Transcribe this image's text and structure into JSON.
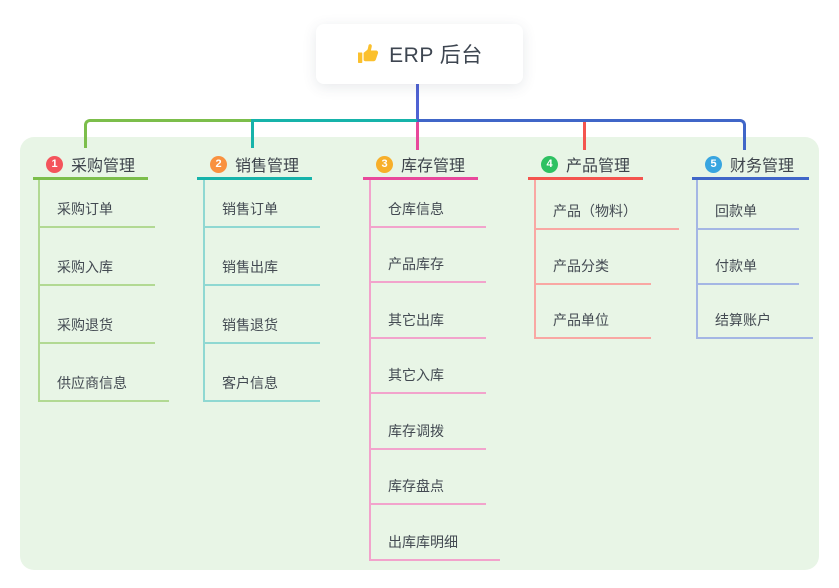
{
  "root": {
    "label": "ERP 后台",
    "icon": "thumbs-up"
  },
  "branches": [
    {
      "num": "1",
      "title": "采购管理",
      "children": [
        "采购订单",
        "采购入库",
        "采购退货",
        "供应商信息"
      ]
    },
    {
      "num": "2",
      "title": "销售管理",
      "children": [
        "销售订单",
        "销售出库",
        "销售退货",
        "客户信息"
      ]
    },
    {
      "num": "3",
      "title": "库存管理",
      "children": [
        "仓库信息",
        "产品库存",
        "其它出库",
        "其它入库",
        "库存调拨",
        "库存盘点",
        "出库库明细"
      ]
    },
    {
      "num": "4",
      "title": "产品管理",
      "children": [
        "产品（物料）",
        "产品分类",
        "产品单位"
      ]
    },
    {
      "num": "5",
      "title": "财务管理",
      "children": [
        "回款单",
        "付款单",
        "结算账户"
      ]
    }
  ],
  "colors": {
    "panel": "#e8f5e6",
    "stem": "#4f62d3",
    "green": "#7cbe4b",
    "green-light": "#b2d993",
    "teal": "#16b3aa",
    "teal-light": "#8fd8d2",
    "magenta": "#e8489b",
    "magenta-light": "#f2a3cc",
    "red": "#f4544e",
    "red-light": "#f9a7a3",
    "blue": "#4066c8",
    "blue-light": "#a4b6e4",
    "badge-1": "#f4545c",
    "badge-2": "#f9913f",
    "badge-3": "#f7af2a",
    "badge-4": "#2ec162",
    "badge-5": "#38a5e0",
    "title-text": "#3d434b",
    "child-text": "#434a52",
    "root-text": "#3e4651",
    "thumb-icon": "#fbc02d"
  }
}
